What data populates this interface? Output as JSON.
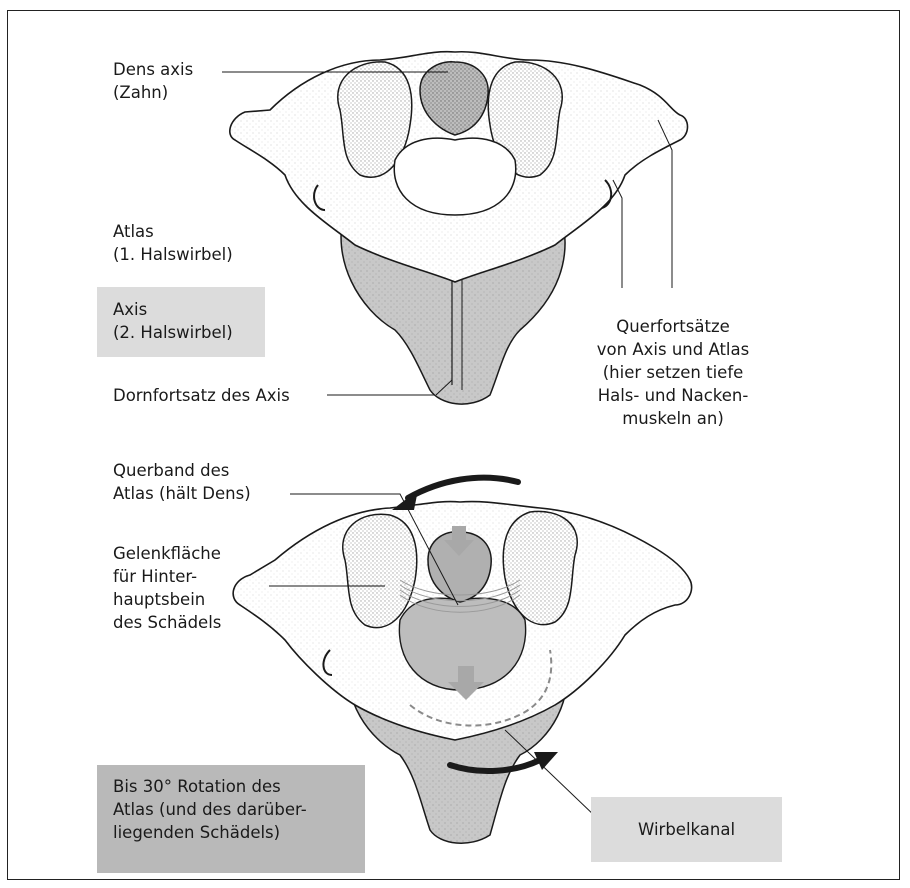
{
  "figure": {
    "top_view": {
      "dens_axis": "Dens axis\n(Zahn)",
      "atlas": "Atlas\n(1. Halswirbel)",
      "axis": "Axis\n(2. Halswirbel)",
      "dornfortsatz": "Dornfortsatz des Axis",
      "querfortsaetze": "Querfortsätze\nvon Axis und Atlas\n(hier setzen tiefe\nHals- und Nacken-\nmuskeln an)"
    },
    "rotation_view": {
      "querband": "Querband des\nAtlas (hält Dens)",
      "gelenkflaeche": "Gelenkfläche\nfür Hinter-\nhauptsbein\ndes Schädels",
      "rotation": "Bis 30° Rotation des\nAtlas (und des darüber-\nliegenden Schädels)",
      "wirbelkanal": "Wirbelkanal"
    },
    "colors": {
      "bone_fill": "#ffffff",
      "axis_fill": "#c8c8c8",
      "outline": "#1a1a1a",
      "arrow": "#1a1a1a",
      "label_box_light": "#dcdcdc",
      "label_box_dark": "#b9b9b9"
    }
  }
}
